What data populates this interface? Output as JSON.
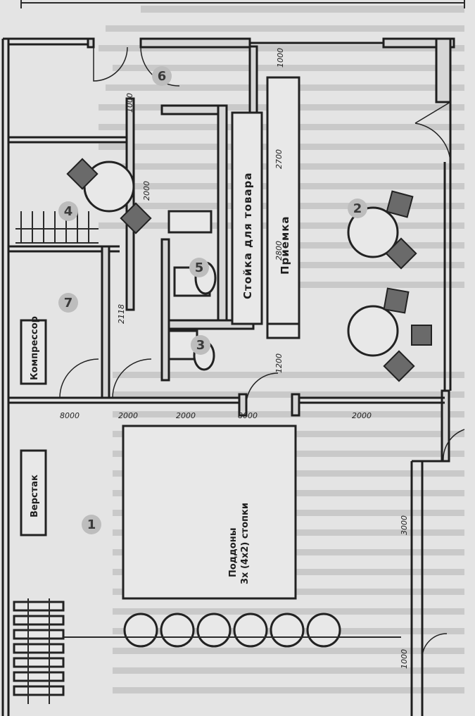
{
  "labels": {
    "compressor": "Компрессор",
    "counter": "Стойка для товара",
    "receiving": "Приемка",
    "workbench": "Верстак",
    "pallet_line1": "Поддоны",
    "pallet_line2": "3х (4х2) стопки"
  },
  "zones": [
    "1",
    "2",
    "3",
    "4",
    "5",
    "6",
    "7"
  ],
  "dimensions": {
    "d_top_mid": "1000",
    "d_top_right": "1000",
    "d_left_upper": "2000",
    "d_left_mid": "2118",
    "d_bottom_1": "8000",
    "d_bottom_2": "2000",
    "d_bottom_3": "2000",
    "d_bottom_4": "2000",
    "d_mid_1": "2700",
    "d_mid_2": "2800",
    "d_mid_3": "1200",
    "d_right_mid": "8000",
    "d_right_low": "3000",
    "d_right_bottom": "1000"
  }
}
